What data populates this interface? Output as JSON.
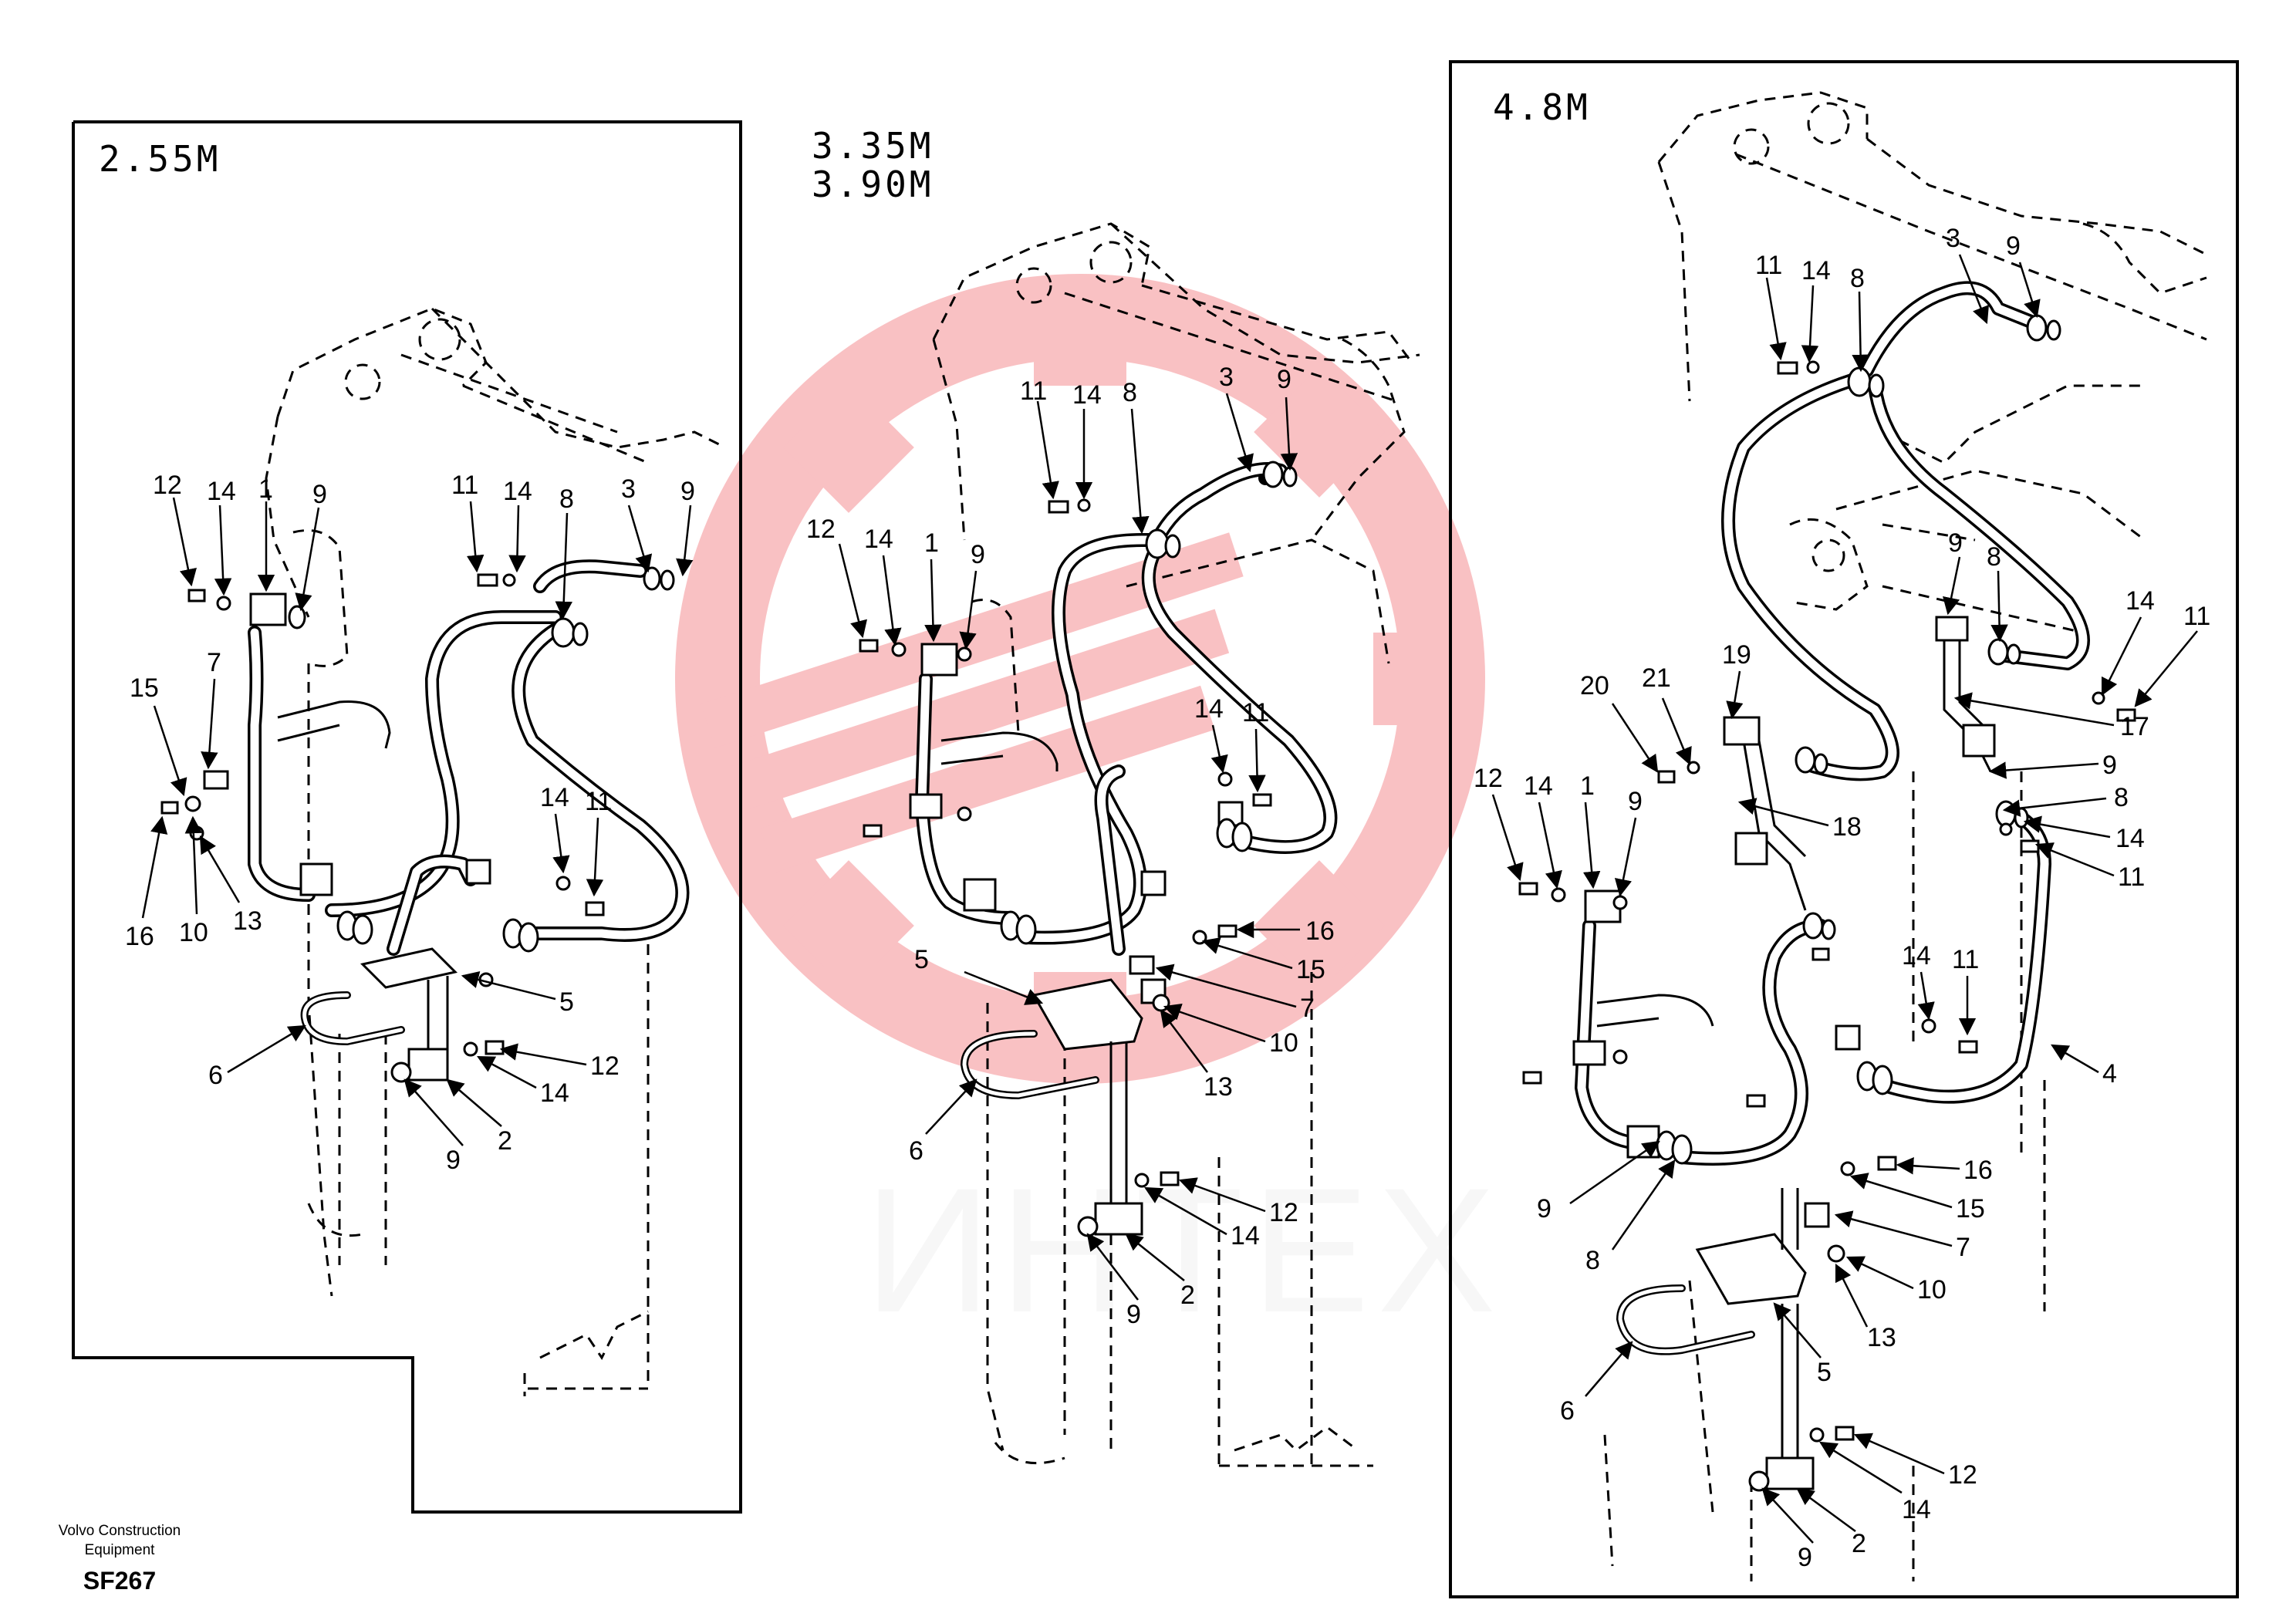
{
  "sections": [
    {
      "label": "2.55M"
    },
    {
      "label": "3.35M",
      "label2": "3.90M"
    },
    {
      "label": "4.8M"
    }
  ],
  "callouts": {
    "left": [
      "12",
      "14",
      "1",
      "9",
      "11",
      "14",
      "8",
      "3",
      "9",
      "15",
      "7",
      "16",
      "10",
      "13",
      "14",
      "11",
      "5",
      "6",
      "12",
      "14",
      "9",
      "2"
    ],
    "middle": [
      "11",
      "14",
      "8",
      "3",
      "9",
      "12",
      "14",
      "1",
      "9",
      "14",
      "11",
      "16",
      "15",
      "7",
      "10",
      "13",
      "5",
      "6",
      "12",
      "14",
      "9",
      "2"
    ],
    "right": [
      "11",
      "14",
      "8",
      "3",
      "9",
      "9",
      "8",
      "14",
      "11",
      "17",
      "9",
      "8",
      "14",
      "11",
      "20",
      "21",
      "19",
      "18",
      "12",
      "14",
      "1",
      "9",
      "14",
      "11",
      "4",
      "16",
      "15",
      "7",
      "10",
      "13",
      "5",
      "9",
      "8",
      "6",
      "12",
      "14",
      "9",
      "2"
    ]
  },
  "footer": {
    "brand_line1": "Volvo Construction",
    "brand_line2": "Equipment",
    "code": "SF267"
  },
  "watermark": {
    "text": "ИНТЕХ",
    "color": "#e8202a"
  }
}
